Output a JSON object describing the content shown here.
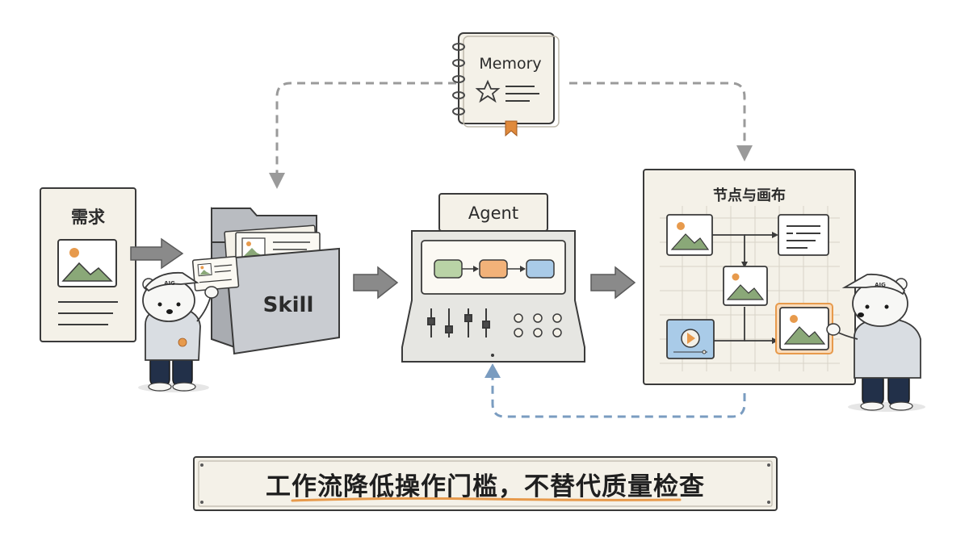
{
  "labels": {
    "requirement": "需求",
    "skill": "Skill",
    "agent": "Agent",
    "memory": "Memory",
    "canvas": "节点与画布"
  },
  "caption": "工作流降低操作门槛，不替代质量检查",
  "colors": {
    "paper": "#f4f1e8",
    "ink": "#2b2b2b",
    "arrow_gray": "#8a8a8a",
    "dashed_gray": "#9a9a9a",
    "feedback_blue": "#7a9cc0",
    "accent_orange": "#e79a4c",
    "node_green": "#b9d3a6",
    "node_orange": "#f2b279",
    "node_blue": "#a9cbe8",
    "mountain_green": "#8aa878",
    "bookmark_orange": "#e08a3c"
  },
  "icons": [
    "image-icon",
    "folder-icon",
    "star-icon",
    "play-icon",
    "notebook-icon",
    "bear-mascot"
  ]
}
